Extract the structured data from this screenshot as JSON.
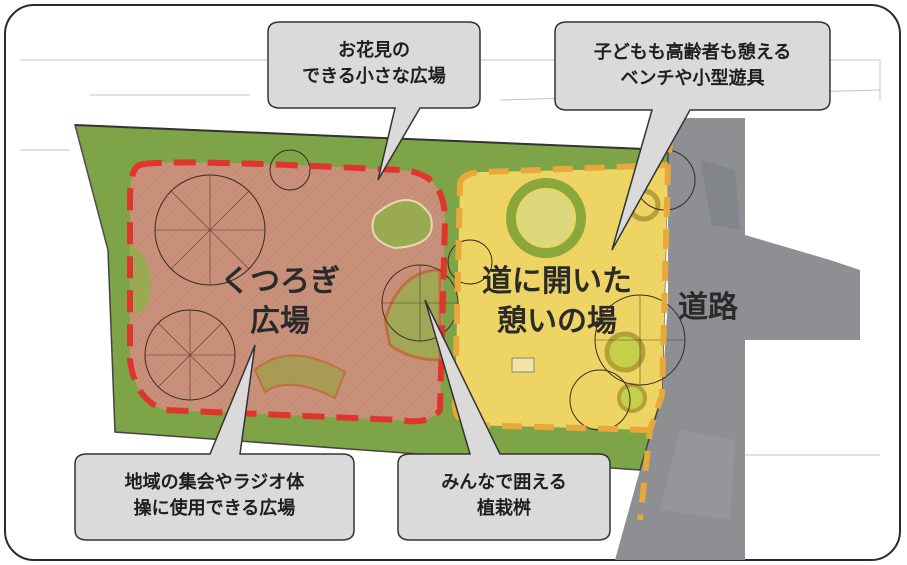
{
  "areas": {
    "plaza": [
      "くつろぎ",
      "広場"
    ],
    "street_plaza": [
      "道に開いた",
      "憩いの場"
    ],
    "road": "道路"
  },
  "callouts": {
    "hanami": [
      "お花見の",
      "できる小さな広場"
    ],
    "children": [
      "子どもも高齢者も憩える",
      "ベンチや小型遊具"
    ],
    "community": [
      "地域の集会やラジオ体",
      "操に使用できる広場"
    ],
    "planting": [
      "みんなで囲える",
      "植栽桝"
    ]
  },
  "colors": {
    "plaza_fill": "#c9907a",
    "plaza_outline": "#e0342e",
    "street_fill": "#efd664",
    "street_outline": "#e8a93a",
    "road_fill": "#8d8f93",
    "grass": "#7da446",
    "callout_fill": "#dadada",
    "frame": "#2b2b2b"
  },
  "icons": [
    "tree-canopy-icon",
    "play-equipment-icon",
    "bench-icon"
  ]
}
